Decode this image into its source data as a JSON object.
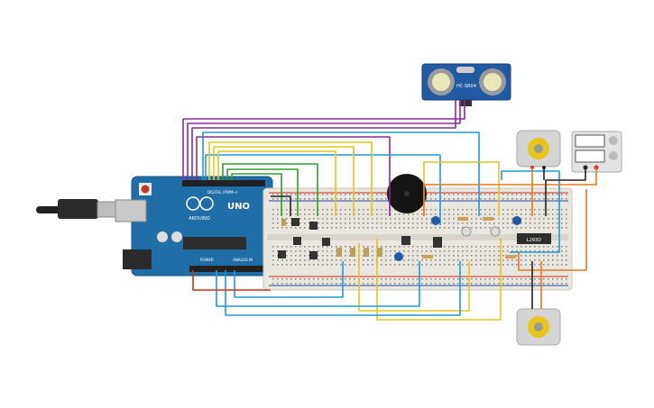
{
  "sensor": {
    "label": "HC-SR04"
  },
  "arduino": {
    "brand": "ARDUINO",
    "model": "UNO",
    "digital_header": "DIGITAL (PWM~)",
    "power_header": "POWER",
    "analog_header": "ANALOG IN"
  },
  "driver": {
    "label": "L293D"
  },
  "colors": {
    "wire_purple": "#8b2a9c",
    "wire_blue": "#1f9ad6",
    "wire_yellow": "#e6c619",
    "wire_green": "#33a02c",
    "wire_red": "#d62b1f",
    "wire_orange": "#e07a1c",
    "wire_black": "#222222",
    "board_blue": "#1f6ea7",
    "breadboard": "#e9e6df"
  }
}
